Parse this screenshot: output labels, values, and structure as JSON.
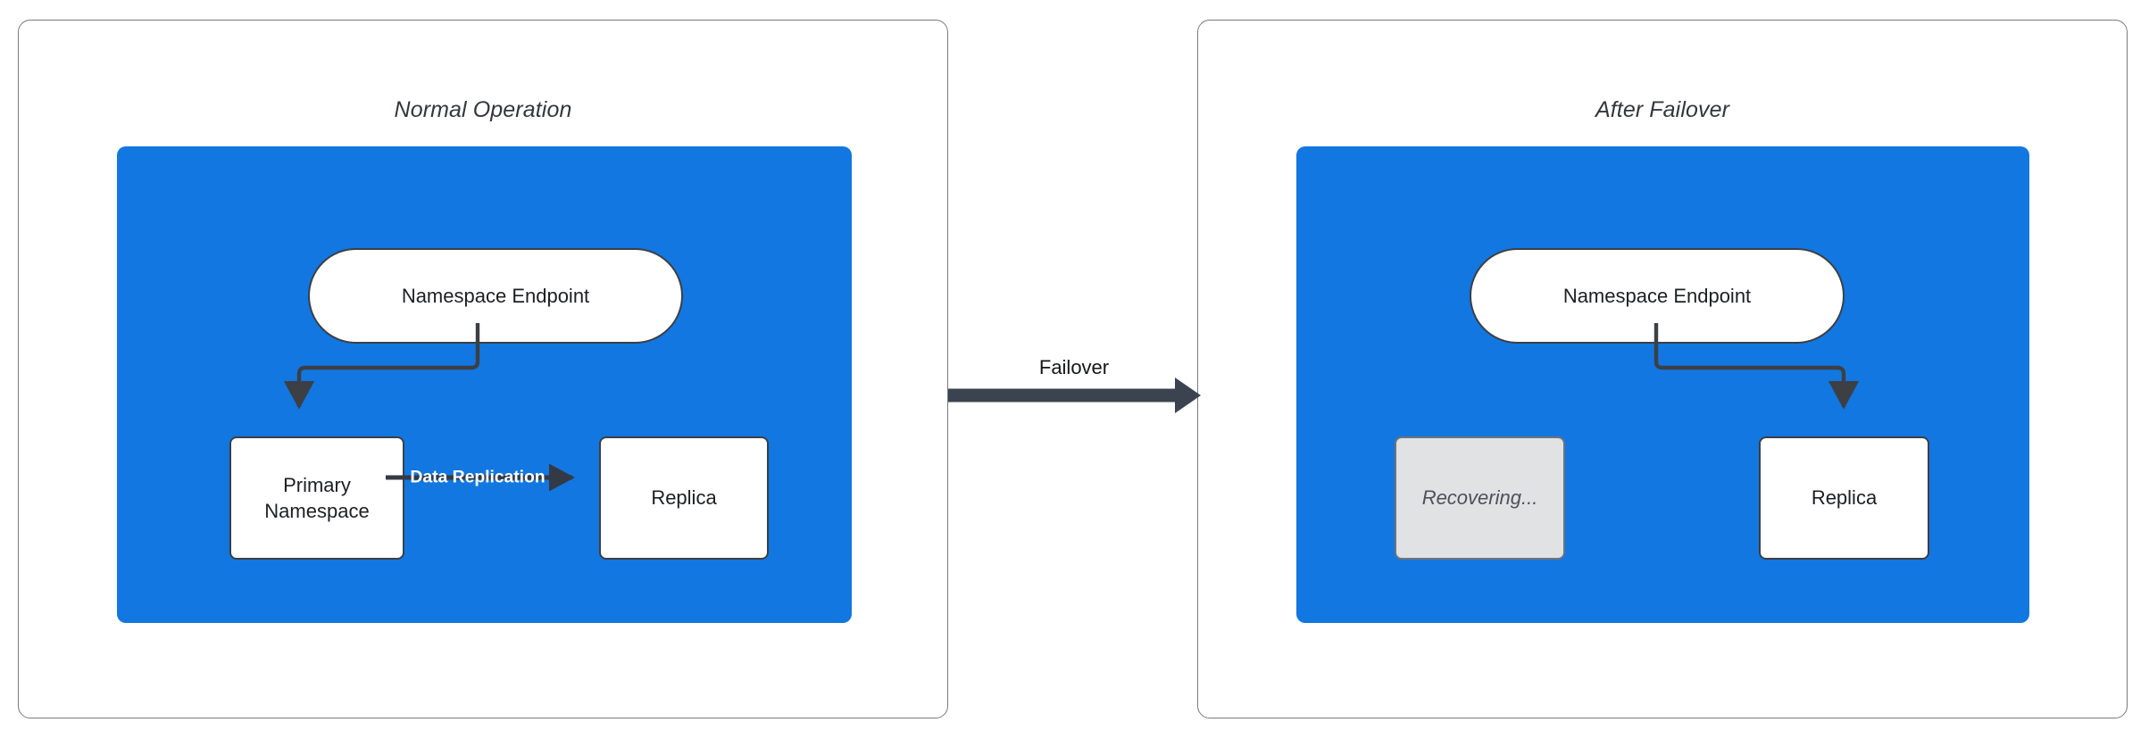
{
  "diagram": {
    "title_semantics": "namespace failover before and after",
    "accent_blue": "#1277e0",
    "stroke_dark": "#3c3f44",
    "muted_gray": "#e0e2e4"
  },
  "panels": [
    {
      "id": "normal-operation",
      "title": "Normal Operation",
      "nodes": [
        {
          "id": "endpoint-left",
          "label": "Namespace Endpoint",
          "shape": "pill",
          "state": "active"
        },
        {
          "id": "primary-left",
          "label": "Primary\nNamespace",
          "shape": "rect",
          "state": "active"
        },
        {
          "id": "replica-left",
          "label": "Replica",
          "shape": "rect",
          "state": "active"
        }
      ],
      "edges": [
        {
          "id": "endpoint-to-primary",
          "from": "endpoint-left",
          "to": "primary-left",
          "label": ""
        },
        {
          "id": "primary-to-replica",
          "from": "primary-left",
          "to": "replica-left",
          "label": "Data Replication"
        }
      ]
    },
    {
      "id": "after-failover",
      "title": "After Failover",
      "nodes": [
        {
          "id": "endpoint-right",
          "label": "Namespace Endpoint",
          "shape": "pill",
          "state": "active"
        },
        {
          "id": "recovering-right",
          "label": "Recovering...",
          "shape": "rect",
          "state": "recovering"
        },
        {
          "id": "replica-right",
          "label": "Replica",
          "shape": "rect",
          "state": "active"
        }
      ],
      "edges": [
        {
          "id": "endpoint-to-replica",
          "from": "endpoint-right",
          "to": "replica-right",
          "label": ""
        }
      ]
    }
  ],
  "transition": {
    "id": "failover-transition",
    "label": "Failover",
    "from_panel": "normal-operation",
    "to_panel": "after-failover",
    "color": "#3b4350"
  }
}
